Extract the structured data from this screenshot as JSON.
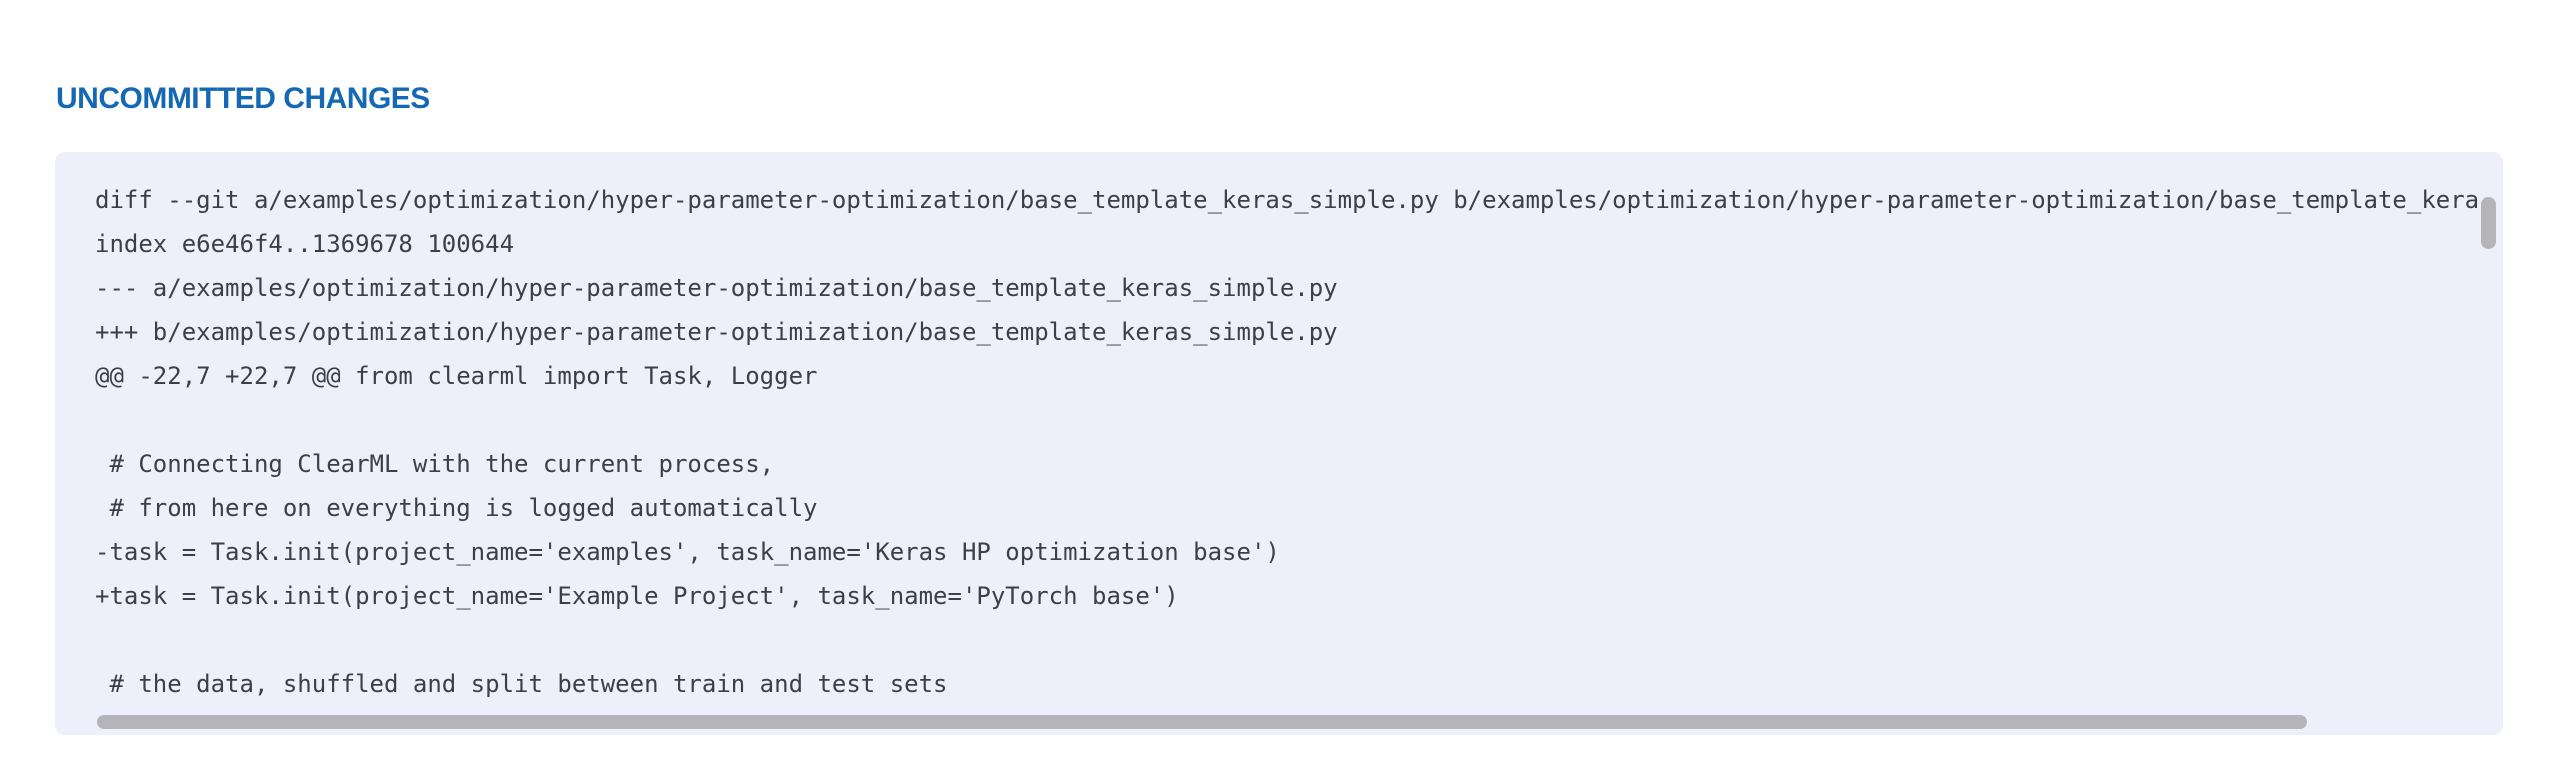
{
  "section": {
    "title": "UNCOMMITTED CHANGES"
  },
  "diff": {
    "lines": [
      "diff --git a/examples/optimization/hyper-parameter-optimization/base_template_keras_simple.py b/examples/optimization/hyper-parameter-optimization/base_template_keras_simple.py",
      "index e6e46f4..1369678 100644",
      "--- a/examples/optimization/hyper-parameter-optimization/base_template_keras_simple.py",
      "+++ b/examples/optimization/hyper-parameter-optimization/base_template_keras_simple.py",
      "@@ -22,7 +22,7 @@ from clearml import Task, Logger",
      "",
      " # Connecting ClearML with the current process,",
      " # from here on everything is logged automatically",
      "-task = Task.init(project_name='examples', task_name='Keras HP optimization base')",
      "+task = Task.init(project_name='Example Project', task_name='PyTorch base')",
      "",
      " # the data, shuffled and split between train and test sets"
    ]
  },
  "colors": {
    "title_blue": "#1568b3",
    "panel_bg": "#edf0fa",
    "diff_text": "#3a3f48",
    "scrollbar_thumb": "#b4b4b9",
    "page_bg": "#ffffff"
  }
}
